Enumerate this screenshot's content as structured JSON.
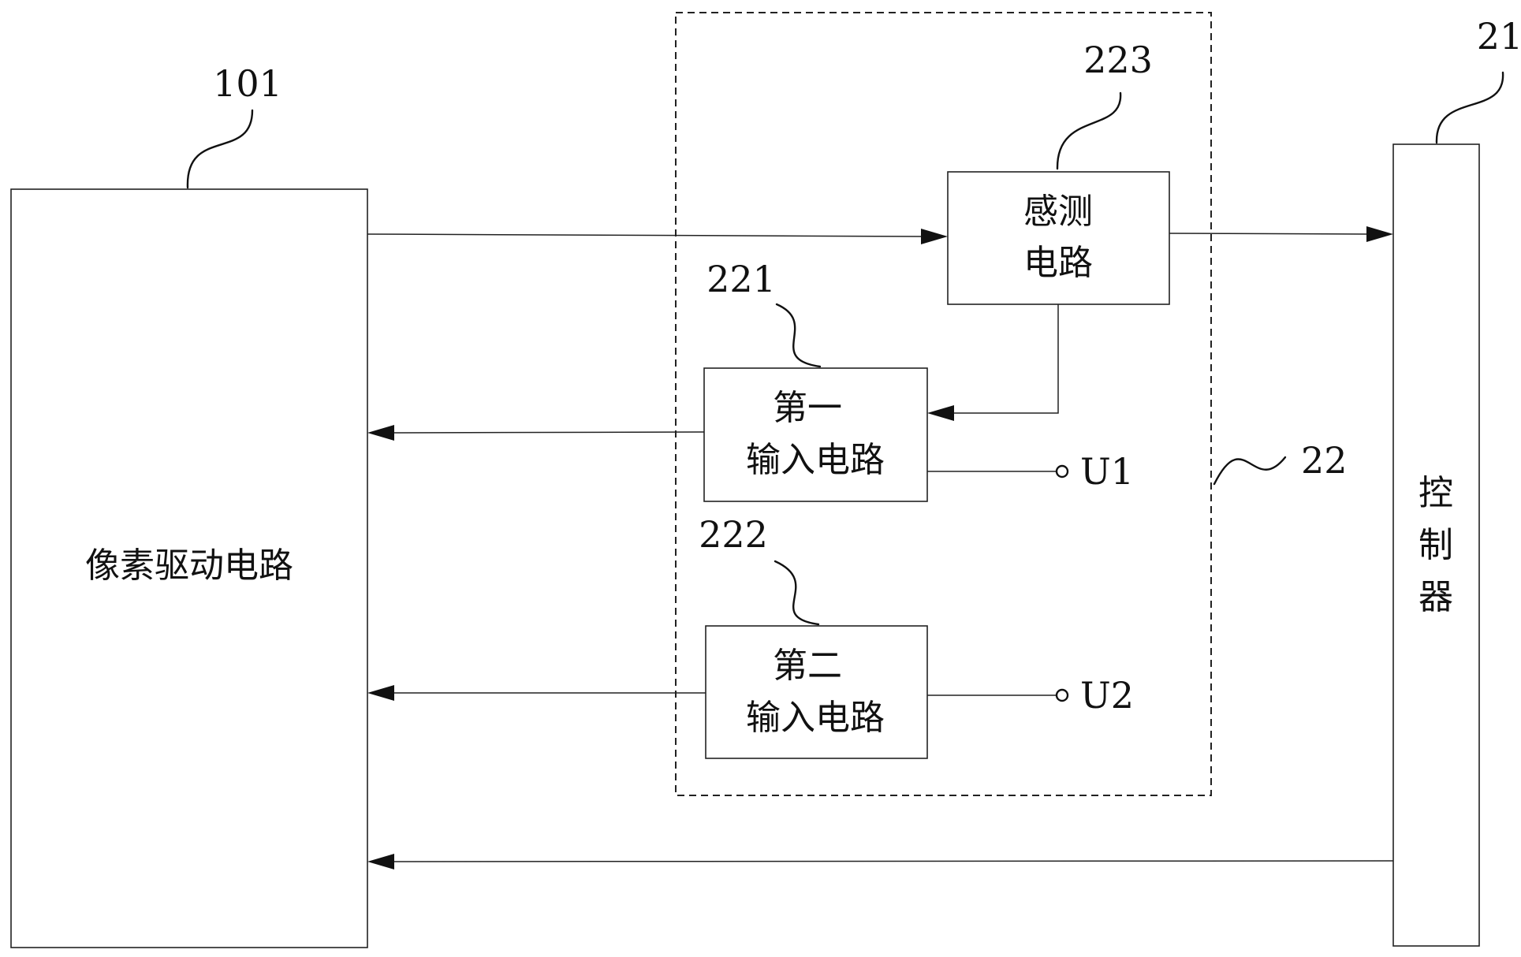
{
  "labels": {
    "pixel_driver": "像素驱动电路",
    "sensing_line1": "感测",
    "sensing_line2": "电路",
    "input1_line1": "第一",
    "input1_line2": "输入电路",
    "input2_line1": "第二",
    "input2_line2": "输入电路",
    "controller_c1": "控",
    "controller_c2": "制",
    "controller_c3": "器",
    "u1": "U1",
    "u2": "U2"
  },
  "refs": {
    "pixel_driver": "101",
    "sensing": "223",
    "input1": "221",
    "input2": "222",
    "module": "22",
    "controller": "21"
  }
}
